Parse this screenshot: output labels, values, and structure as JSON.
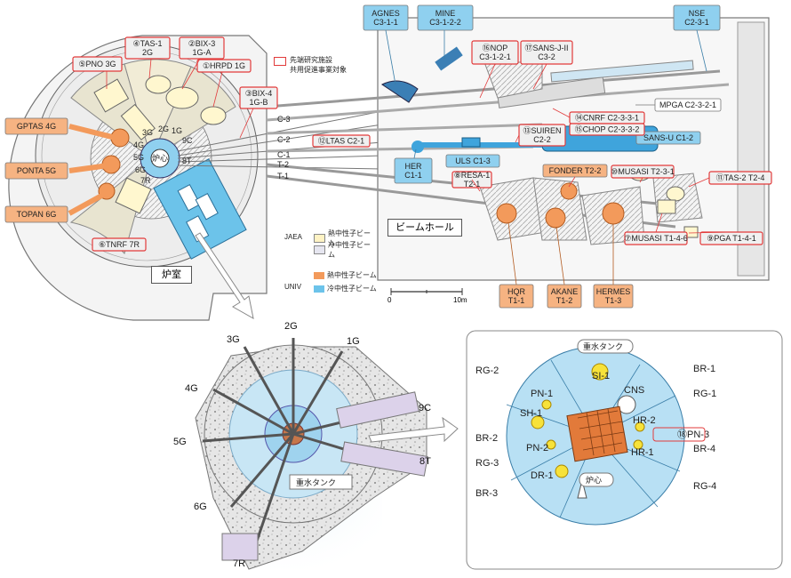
{
  "reactor_room_label": "炉室",
  "beam_hall_label": "ビームホール",
  "scale": {
    "zero": "0",
    "max": "10m"
  },
  "legend": {
    "title": "先端研究施設\n共用促進事業対象",
    "jaea_label": "JAEA",
    "univ_label": "UNIV",
    "thermal_beam": "熱中性子ビーム",
    "cold_beam": "冷中性子ビーム",
    "colors": {
      "jaea_thermal": "#fff3c4",
      "jaea_cold": "#e6e6f0",
      "univ_thermal": "#f39a5b",
      "univ_cold": "#6cc3ea",
      "promoted_border": "#e23b3b"
    }
  },
  "beam_ports_top": [
    "3G",
    "4G",
    "5G",
    "6G",
    "7R",
    "2G",
    "1G",
    "9C",
    "8T"
  ],
  "guide_tags": [
    "C-3",
    "C-2",
    "C-1",
    "T-2",
    "T-1"
  ],
  "core_label": "炉心",
  "instruments_left": [
    {
      "text": "GPTAS  4G"
    },
    {
      "text": "PONTA  5G"
    },
    {
      "text": "TOPAN  6G"
    }
  ],
  "instruments_top": [
    {
      "text": "⑤PNO 3G"
    },
    {
      "text": "④TAS-1\n2G"
    },
    {
      "text": "②BIX-3\n1G-A"
    },
    {
      "text": "①HRPD 1G"
    },
    {
      "text": "③BIX-4\n1G-B"
    },
    {
      "text": "⑥TNRF 7R"
    }
  ],
  "instruments_blue": [
    {
      "text": "AGNES\nC3-1-1"
    },
    {
      "text": "MINE\nC3-1-2-2"
    },
    {
      "text": "NSE\nC2-3-1"
    },
    {
      "text": "HER\nC1-1"
    },
    {
      "text": "ULS  C1-3"
    },
    {
      "text": "SANS-U  C1-2"
    }
  ],
  "instruments_hall": [
    {
      "text": "⑯NOP\nC3-1-2-1"
    },
    {
      "text": "⑰SANS-J-II\nC3-2"
    },
    {
      "text": "MPGA  C2-3-2-1"
    },
    {
      "text": "⑭CNRF  C2-3-3-1"
    },
    {
      "text": "⑮CHOP  C2-3-3-2"
    },
    {
      "text": "⑬SUIREN\nC2-2"
    },
    {
      "text": "⑫LTAS  C2-1"
    },
    {
      "text": "⑧RESA-1\nT2-1"
    },
    {
      "text": "FONDER  T2-2"
    },
    {
      "text": "⑩MUSASI  T2-3-1"
    },
    {
      "text": "⑪TAS-2  T2-4"
    },
    {
      "text": "⑦MUSASI  T1-4-6"
    },
    {
      "text": "⑨PGA  T1-4-1"
    },
    {
      "text": "HQR\nT1-1"
    },
    {
      "text": "AKANE\nT1-2"
    },
    {
      "text": "HERMES\nT1-3"
    }
  ],
  "detail_ports": [
    "3G",
    "2G",
    "1G",
    "4G",
    "9C",
    "5G",
    "8T",
    "6G",
    "7R"
  ],
  "heavy_water_tank": "重水タンク",
  "core_detail": {
    "title": "重水タンク",
    "core": "炉心",
    "left_labels": [
      "RG-2",
      "PN-1",
      "SH-1",
      "BR-2",
      "PN-2",
      "RG-3",
      "DR-1",
      "BR-3"
    ],
    "inner_labels": [
      "SI-1",
      "CNS",
      "HR-2",
      "HR-1"
    ],
    "right_labels": [
      "BR-1",
      "RG-1",
      "⑱PN-3",
      "BR-4",
      "RG-4"
    ]
  }
}
